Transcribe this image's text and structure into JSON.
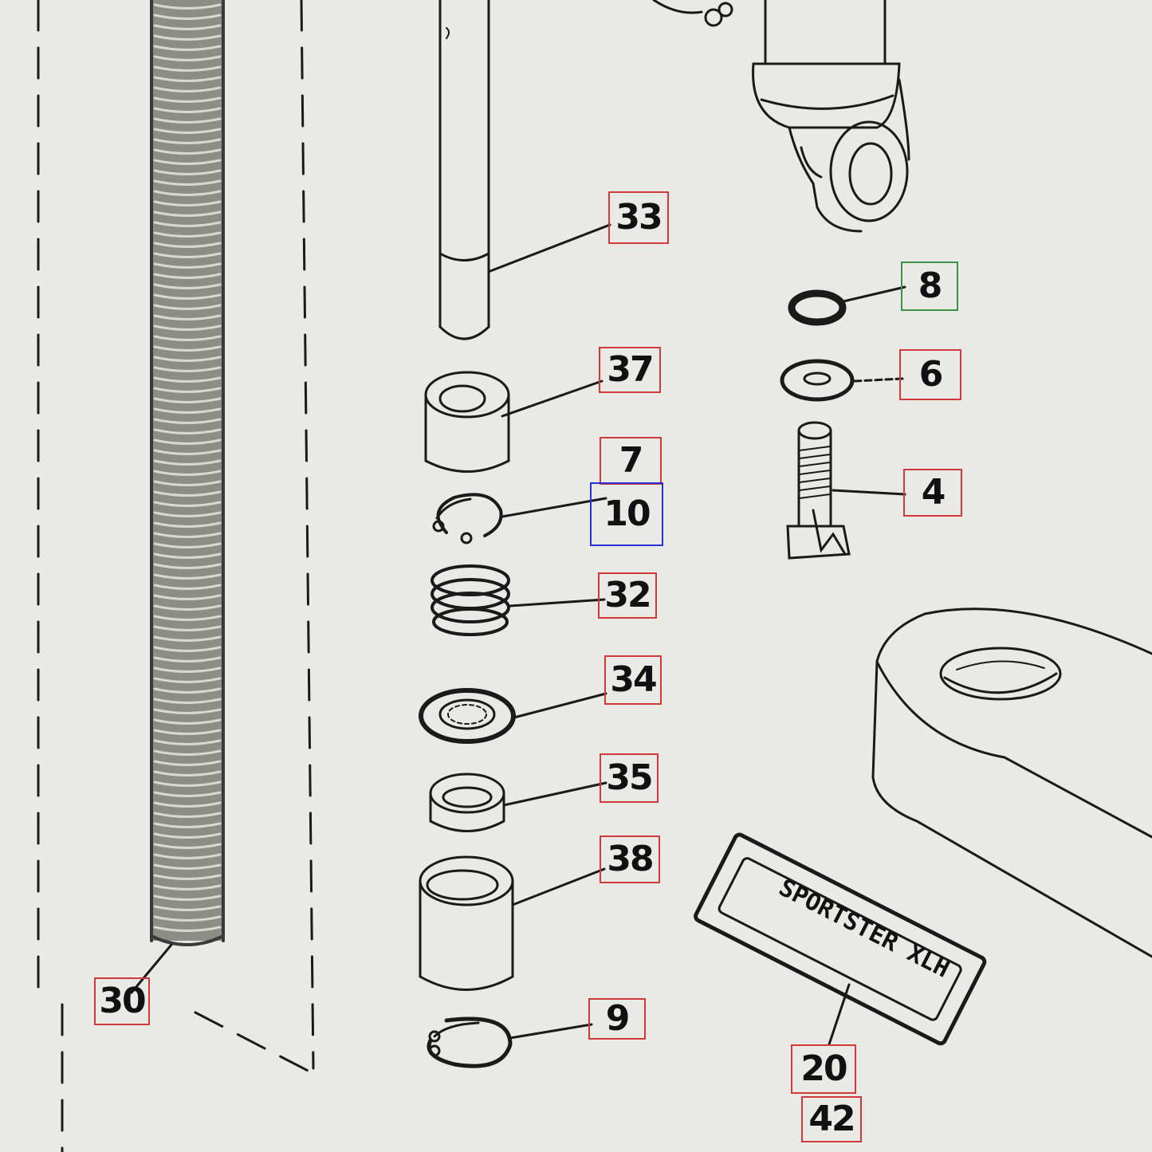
{
  "colors": {
    "background": "#e9eae6",
    "line": "#1a1a1a",
    "callout_red": "#d23a3a",
    "callout_green": "#3f8f4a",
    "callout_blue": "#2b2fd8"
  },
  "callouts": {
    "c33": "33",
    "c8": "8",
    "c37": "37",
    "c6": "6",
    "c7": "7",
    "c10": "10",
    "c4": "4",
    "c32": "32",
    "c34": "34",
    "c35": "35",
    "c38": "38",
    "c30": "30",
    "c9": "9",
    "c20": "20",
    "c42": "42"
  },
  "nameplate": {
    "text": "SPORTSTER XLH"
  }
}
